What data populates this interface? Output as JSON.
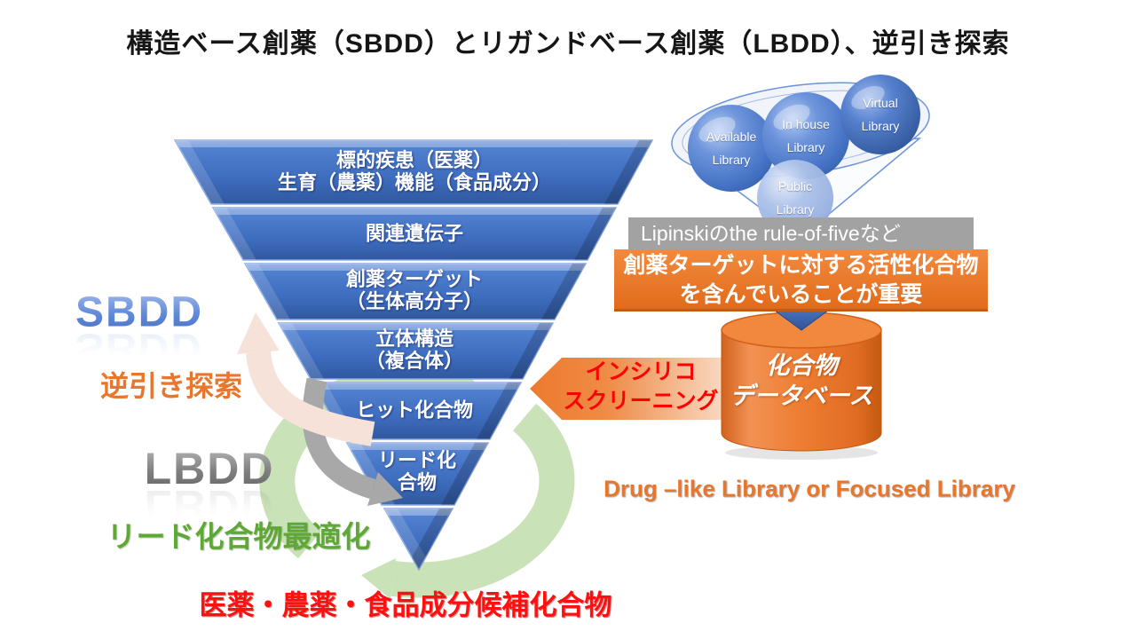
{
  "title": "構造ベース創薬（SBDD）とリガンドベース創薬（LBDD）、逆引き探索",
  "funnel": {
    "layers": [
      {
        "lines": [
          "標的疾患（医薬）",
          "生育（農薬）機能（食品成分）"
        ]
      },
      {
        "lines": [
          "関連遺伝子"
        ]
      },
      {
        "lines": [
          "創薬ターゲット",
          "（生体高分子）"
        ]
      },
      {
        "lines": [
          "立体構造",
          "（複合体）"
        ]
      },
      {
        "lines": [
          "ヒット化合物"
        ]
      },
      {
        "lines": [
          "リード化",
          "合物"
        ]
      }
    ]
  },
  "side_labels": {
    "sbdd": "SBDD",
    "reverse_search": "逆引き探索",
    "lbdd": "LBDD",
    "lead_optimization": "リード化合物最適化",
    "candidates": "医薬・農薬・食品成分候補化合物"
  },
  "library": {
    "spheres": [
      {
        "lines": [
          "Available",
          "Library"
        ]
      },
      {
        "lines": [
          "In house",
          "Library"
        ]
      },
      {
        "lines": [
          "Virtual",
          "Library"
        ]
      },
      {
        "lines": [
          "Public",
          "Library"
        ]
      }
    ],
    "lipinski_note": "Lipinskiのthe rule-of-fiveなど",
    "importance_note": {
      "lines": [
        "創薬ターゲットに対する活性化合物",
        "を含んでいることが重要"
      ]
    },
    "drug_like_caption": "Drug –like Library or Focused Library"
  },
  "screening": {
    "insilico": {
      "lines": [
        "インシリコ",
        "スクリーニング"
      ]
    },
    "database": {
      "lines": [
        "化合物",
        "データベース"
      ]
    }
  },
  "colors": {
    "funnel_blue": "#4472C4",
    "accent_orange": "#ED7D31",
    "note_gray": "#A2A2A2",
    "cycle_green": "#C9E2B8",
    "alert_red": "#FF0000",
    "optimize_green": "#5FA838"
  }
}
